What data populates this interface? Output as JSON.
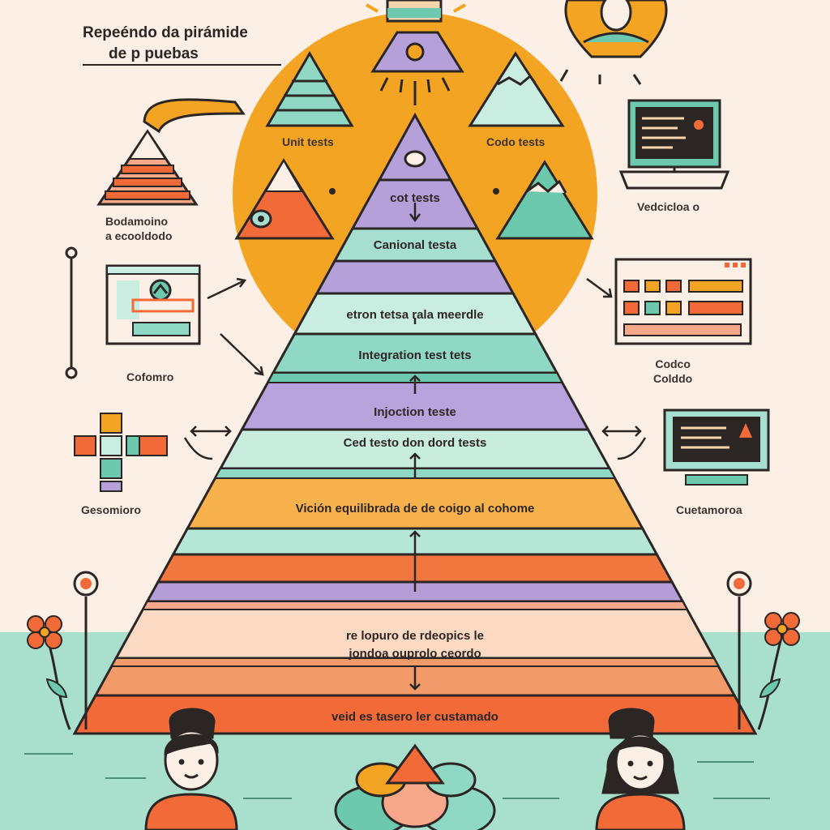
{
  "title": {
    "line1": "Repeéndo da pirámide",
    "line2": "de p puebas"
  },
  "top_labels": {
    "unit": "Unit tests",
    "code": "Codo tests"
  },
  "left_labels": {
    "brick": "Bodamoino\na ecooldodo",
    "form": "Cofomro",
    "crossword": "Gesomioro"
  },
  "right_labels": {
    "monitor": "Vedcicloa o",
    "dashboard": "Codco\nColddo",
    "screen": "Cuetamoroa"
  },
  "layers": [
    {
      "text": "cot tests",
      "color": "#b5a0d9"
    },
    {
      "text": "Canional testa",
      "color": "#a6dfcf"
    },
    {
      "text": "",
      "color": "#b5a0d9"
    },
    {
      "text": "etron tetsa rala meerdle",
      "color": "#c9ede1"
    },
    {
      "text": "Integration test tets",
      "color": "#8fd8c3"
    },
    {
      "text": "Injoction teste",
      "color": "#b9a3dd"
    },
    {
      "text": "Ced testo don dord tests",
      "color": "#c8eddf"
    },
    {
      "text": "Vición equilibrada de de coigo al cohome",
      "color": "#f7b24d"
    },
    {
      "text": "",
      "color": "#b6e8d8"
    },
    {
      "text": "",
      "color": "#f2773f"
    },
    {
      "text": "",
      "color": "#b59ed8"
    },
    {
      "text": "re lopuro de rdeopics le\njondoa ouprolo ceordo",
      "color": "#fcd9c3"
    },
    {
      "text": "",
      "color": "#f39a6a"
    },
    {
      "text": "veid es tasero ler custamado",
      "color": "#f26a38"
    }
  ],
  "colors": {
    "sun": "#f2a422",
    "ground": "#a9e0cd",
    "teal": "#6cc9ad",
    "orange": "#f26a38",
    "purple": "#b5a0d9",
    "dark": "#2b2624"
  },
  "icons": [
    "sun-icon",
    "eye-icon",
    "bulb-face-icon",
    "mountain-icon",
    "brick-pyramid-icon",
    "monitor-icon",
    "form-icon",
    "dashboard-icon",
    "crossword-icon",
    "screen-icon",
    "flower-icon",
    "person-icon"
  ]
}
